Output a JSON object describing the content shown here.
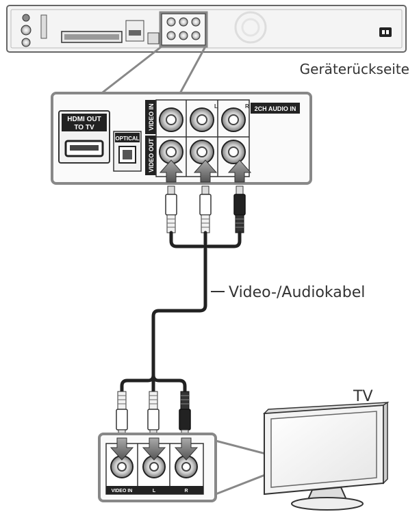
{
  "labels": {
    "rear_side": "Geräterückseite",
    "cable": "Video-/Audiokabel",
    "tv": "TV"
  },
  "panel": {
    "hdmi_out": [
      "HDMI OUT",
      "TO TV"
    ],
    "optical": "OPTICAL",
    "video_in": "VIDEO IN",
    "video_out": "VIDEO OUT",
    "audio_in": "2CH AUDIO IN",
    "audio_l": "L",
    "audio_r": "R"
  },
  "tv_panel": {
    "video_in": "VIDEO IN",
    "audio_l": "L",
    "audio_r": "R"
  }
}
